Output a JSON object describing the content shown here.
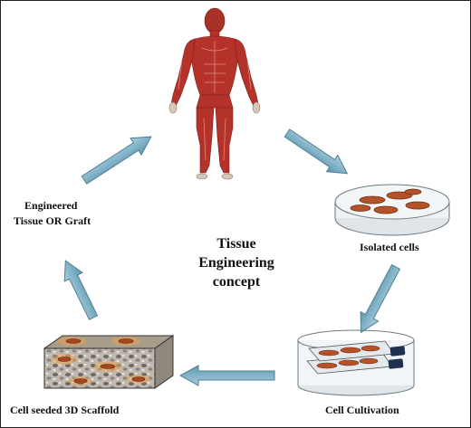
{
  "center_title": {
    "line1": "Tissue",
    "line2": "Engineering",
    "line3": "concept"
  },
  "labels": {
    "engineered_line1": "Engineered",
    "engineered_line2": "Tissue OR Graft",
    "isolated": "Isolated cells",
    "cultivation": "Cell Cultivation",
    "scaffold": "Cell seeded 3D Scaffold"
  },
  "colors": {
    "arrow_fill": "#7fb2c8",
    "arrow_stroke": "#4f7f94",
    "muscle": "#b5322b",
    "cell": "#b4532a",
    "dish": "#eef2f4"
  },
  "icons": [
    "human-muscle-icon",
    "petri-dish-icon",
    "culture-flask-icon",
    "scaffold-block-icon"
  ]
}
